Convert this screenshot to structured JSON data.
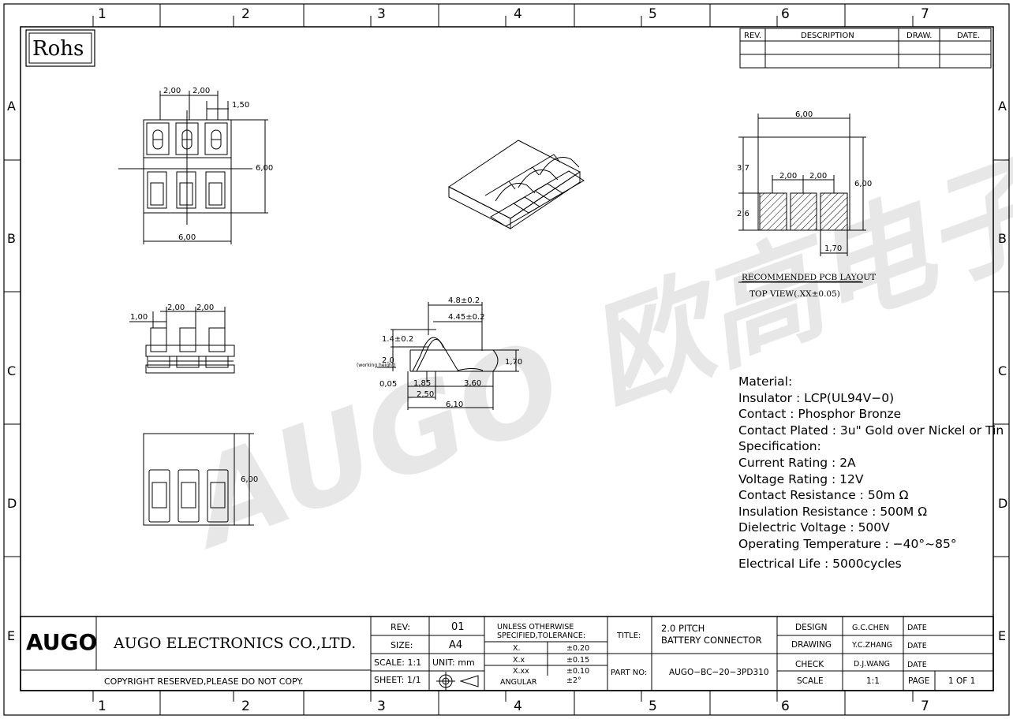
{
  "frame": {
    "col_numbers": [
      "1",
      "2",
      "3",
      "4",
      "5",
      "6",
      "7"
    ],
    "row_letters": [
      "A",
      "B",
      "C",
      "D",
      "E"
    ]
  },
  "rohs": "Rohs",
  "watermark": "AUGO 欧高电子",
  "revision_table": {
    "headers": [
      "REV.",
      "DESCRIPTION",
      "DRAW.",
      "DATE."
    ]
  },
  "views": {
    "top": {
      "dim_pitch_1": "2,00",
      "dim_pitch_2": "2,00",
      "dim_slot": "1,50",
      "dim_height": "6,00",
      "dim_width": "6,00"
    },
    "front": {
      "dim_edge": "1,00",
      "dim_pitch_1": "2,00",
      "dim_pitch_2": "2,00"
    },
    "bottom": {
      "dim_height": "6,00"
    },
    "contact": {
      "dim_a": "4.8±0.2",
      "dim_b": "4.45±0.2",
      "dim_c": "1.4±0.2",
      "dim_d": "2.0",
      "working_height": "(working height)",
      "dim_e": "1,70",
      "dim_f": "0,05",
      "dim_g": "1,85",
      "dim_h": "2,50",
      "dim_i": "3,60",
      "dim_j": "6,10"
    },
    "pcb": {
      "dim_width": "6,00",
      "dim_top": "3,7",
      "dim_pitch_1": "2,00",
      "dim_pitch_2": "2,00",
      "dim_height": "6,00",
      "dim_bottom": "2,6",
      "dim_pad": "1,70",
      "caption_1": "RECOMMENDED PCB LAYOUT",
      "caption_2": "TOP VIEW(.XX±0.05)"
    }
  },
  "specs": [
    "Material:",
    "Insulator : LCP(UL94V−0)",
    "Contact : Phosphor  Bronze",
    "Contact Plated : 3u\" Gold over Nickel or Tin",
    "Specification:",
    "Current Rating : 2A",
    "Voltage Rating : 12V",
    "Contact Resistance : 50m   Ω",
    "Insulation Resistance : 500M   Ω",
    "Dielectric  Voltage : 500V",
    "Operating Temperature : −40°~85°",
    "Electrical Life : 5000cycles"
  ],
  "title_block": {
    "logo": "AUGO",
    "company": "AUGO ELECTRONICS CO.,LTD.",
    "copyright": "COPYRIGHT RESERVED,PLEASE DO NOT COPY.",
    "rev_label": "REV:",
    "rev_value": "01",
    "size_label": "SIZE:",
    "size_value": "A4",
    "scale_label": "SCALE: 1:1",
    "unit_label": "UNIT: mm",
    "sheet_label": "SHEET: 1/1",
    "tol_header_1": "UNLESS OTHERWISE",
    "tol_header_2": "SPECIFIED,TOLERANCE:",
    "tol_rows": [
      [
        "X.",
        "±0.20"
      ],
      [
        "X.x",
        "±0.15"
      ],
      [
        "X.xx",
        "±0.10"
      ],
      [
        "ANGULAR",
        "±2°"
      ]
    ],
    "title_label": "TITLE:",
    "title_1": "2.0 PITCH",
    "title_2": "BATTERY  CONNECTOR",
    "partno_label": "PART NO:",
    "partno": "AUGO−BC−20−3PD310",
    "design_label": "DESIGN",
    "design": "G.C.CHEN",
    "drawing_label": "DRAWING",
    "drawing": "Y.C.ZHANG",
    "check_label": "CHECK",
    "check": "D.J.WANG",
    "date_label": "DATE",
    "scale_label2": "SCALE",
    "scale_value": "1:1",
    "page_label": "PAGE",
    "page_value": "1 OF 1"
  }
}
